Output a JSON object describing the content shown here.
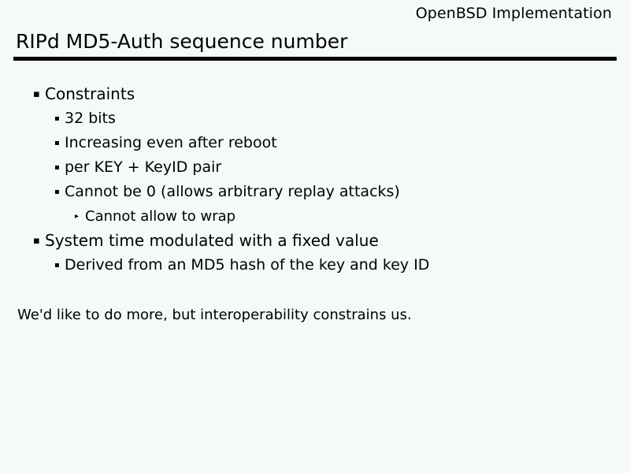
{
  "slide": {
    "header_text": "OpenBSD Implementation",
    "title": "RIPd MD5-Auth sequence number",
    "closing_note": "We'd like to do more, but interoperability constrains us.",
    "colors": {
      "background": "#f4faf6",
      "text": "#000000",
      "rule": "#000000"
    },
    "bullets": {
      "level1_glyph": "▪",
      "level2_glyph": "▪",
      "level3_glyph": "▸"
    },
    "items": [
      {
        "level": 1,
        "text": "Constraints"
      },
      {
        "level": 2,
        "text": "32 bits"
      },
      {
        "level": 2,
        "text": "Increasing even after reboot"
      },
      {
        "level": 2,
        "text": "per KEY + KeyID pair"
      },
      {
        "level": 2,
        "text": "Cannot be 0 (allows arbitrary replay attacks)"
      },
      {
        "level": 3,
        "text": "Cannot allow to wrap"
      },
      {
        "level": 1,
        "text": "System time modulated with a fixed value"
      },
      {
        "level": 2,
        "text": "Derived from an MD5 hash of the key and key ID"
      }
    ]
  }
}
